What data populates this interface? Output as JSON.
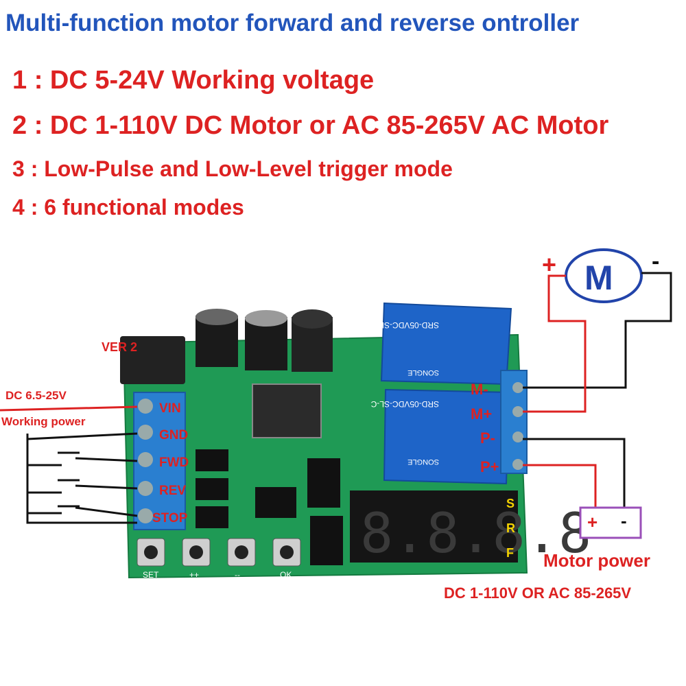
{
  "title": "Multi-function motor forward and reverse ontroller",
  "features": [
    "1 : DC 5-24V  Working voltage",
    "2 : DC 1-110V DC Motor or AC 85-265V AC Motor",
    "3 : Low-Pulse and Low-Level trigger mode",
    "4 : 6 functional modes"
  ],
  "left": {
    "dc_range": "DC 6.5-25V",
    "working_power": "Working power",
    "power2_fragment": "VER 2",
    "terminals": [
      "VIN",
      "GND",
      "FWD",
      "REV",
      "STOP"
    ]
  },
  "motor": {
    "symbol": "M",
    "plus": "+",
    "minus": "-",
    "terminals": [
      "M-",
      "M+",
      "P-",
      "P+"
    ]
  },
  "motor_power": {
    "plus": "+",
    "minus": "-",
    "label": "Motor power",
    "range": "DC 1-110V OR AC 85-265V"
  },
  "board": {
    "buttons": [
      "SET",
      "++",
      "--",
      "OK"
    ],
    "display_indicators": [
      "S",
      "R",
      "F"
    ],
    "relay_text": "SRD-05VDC-SL-C",
    "relay_brand": "SONGLE"
  },
  "colors": {
    "title": "#2255bb",
    "features": "#dd2222",
    "pcb": "#1f9a55",
    "terminal_block": "#2a7fd0",
    "relay": "#1e64c8",
    "motor_power_box": "#9a4fb8",
    "labels_yellow": "#f5d300"
  }
}
